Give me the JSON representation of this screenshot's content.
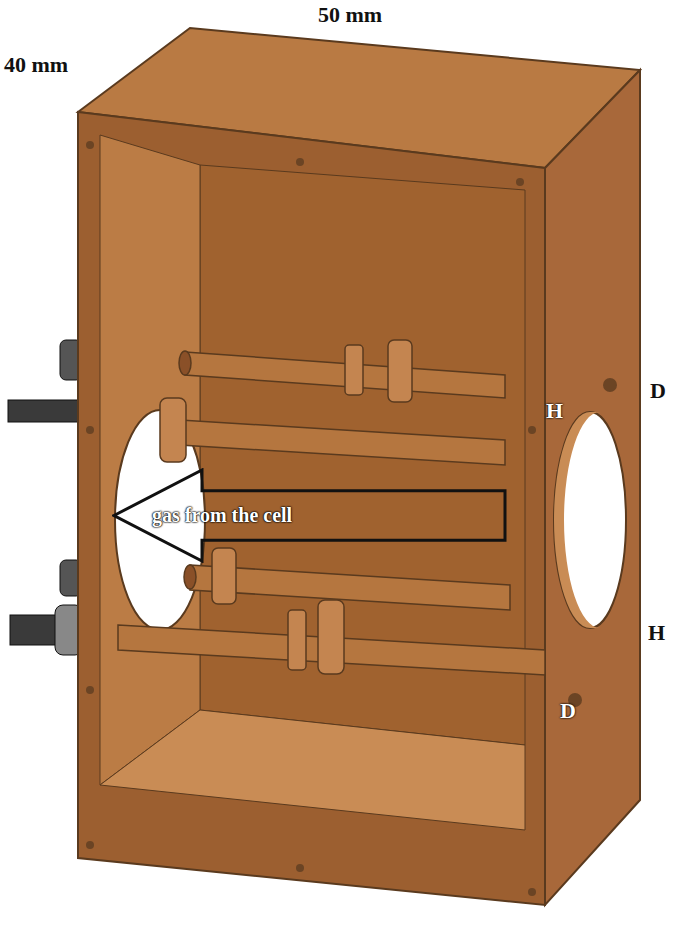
{
  "diagram": {
    "nodes": [
      {
        "text": [
          "gas from the cell"
        ]
      }
    ],
    "labels": [
      "50 mm",
      "40 mm",
      "H",
      "D",
      "H",
      "D"
    ]
  }
}
